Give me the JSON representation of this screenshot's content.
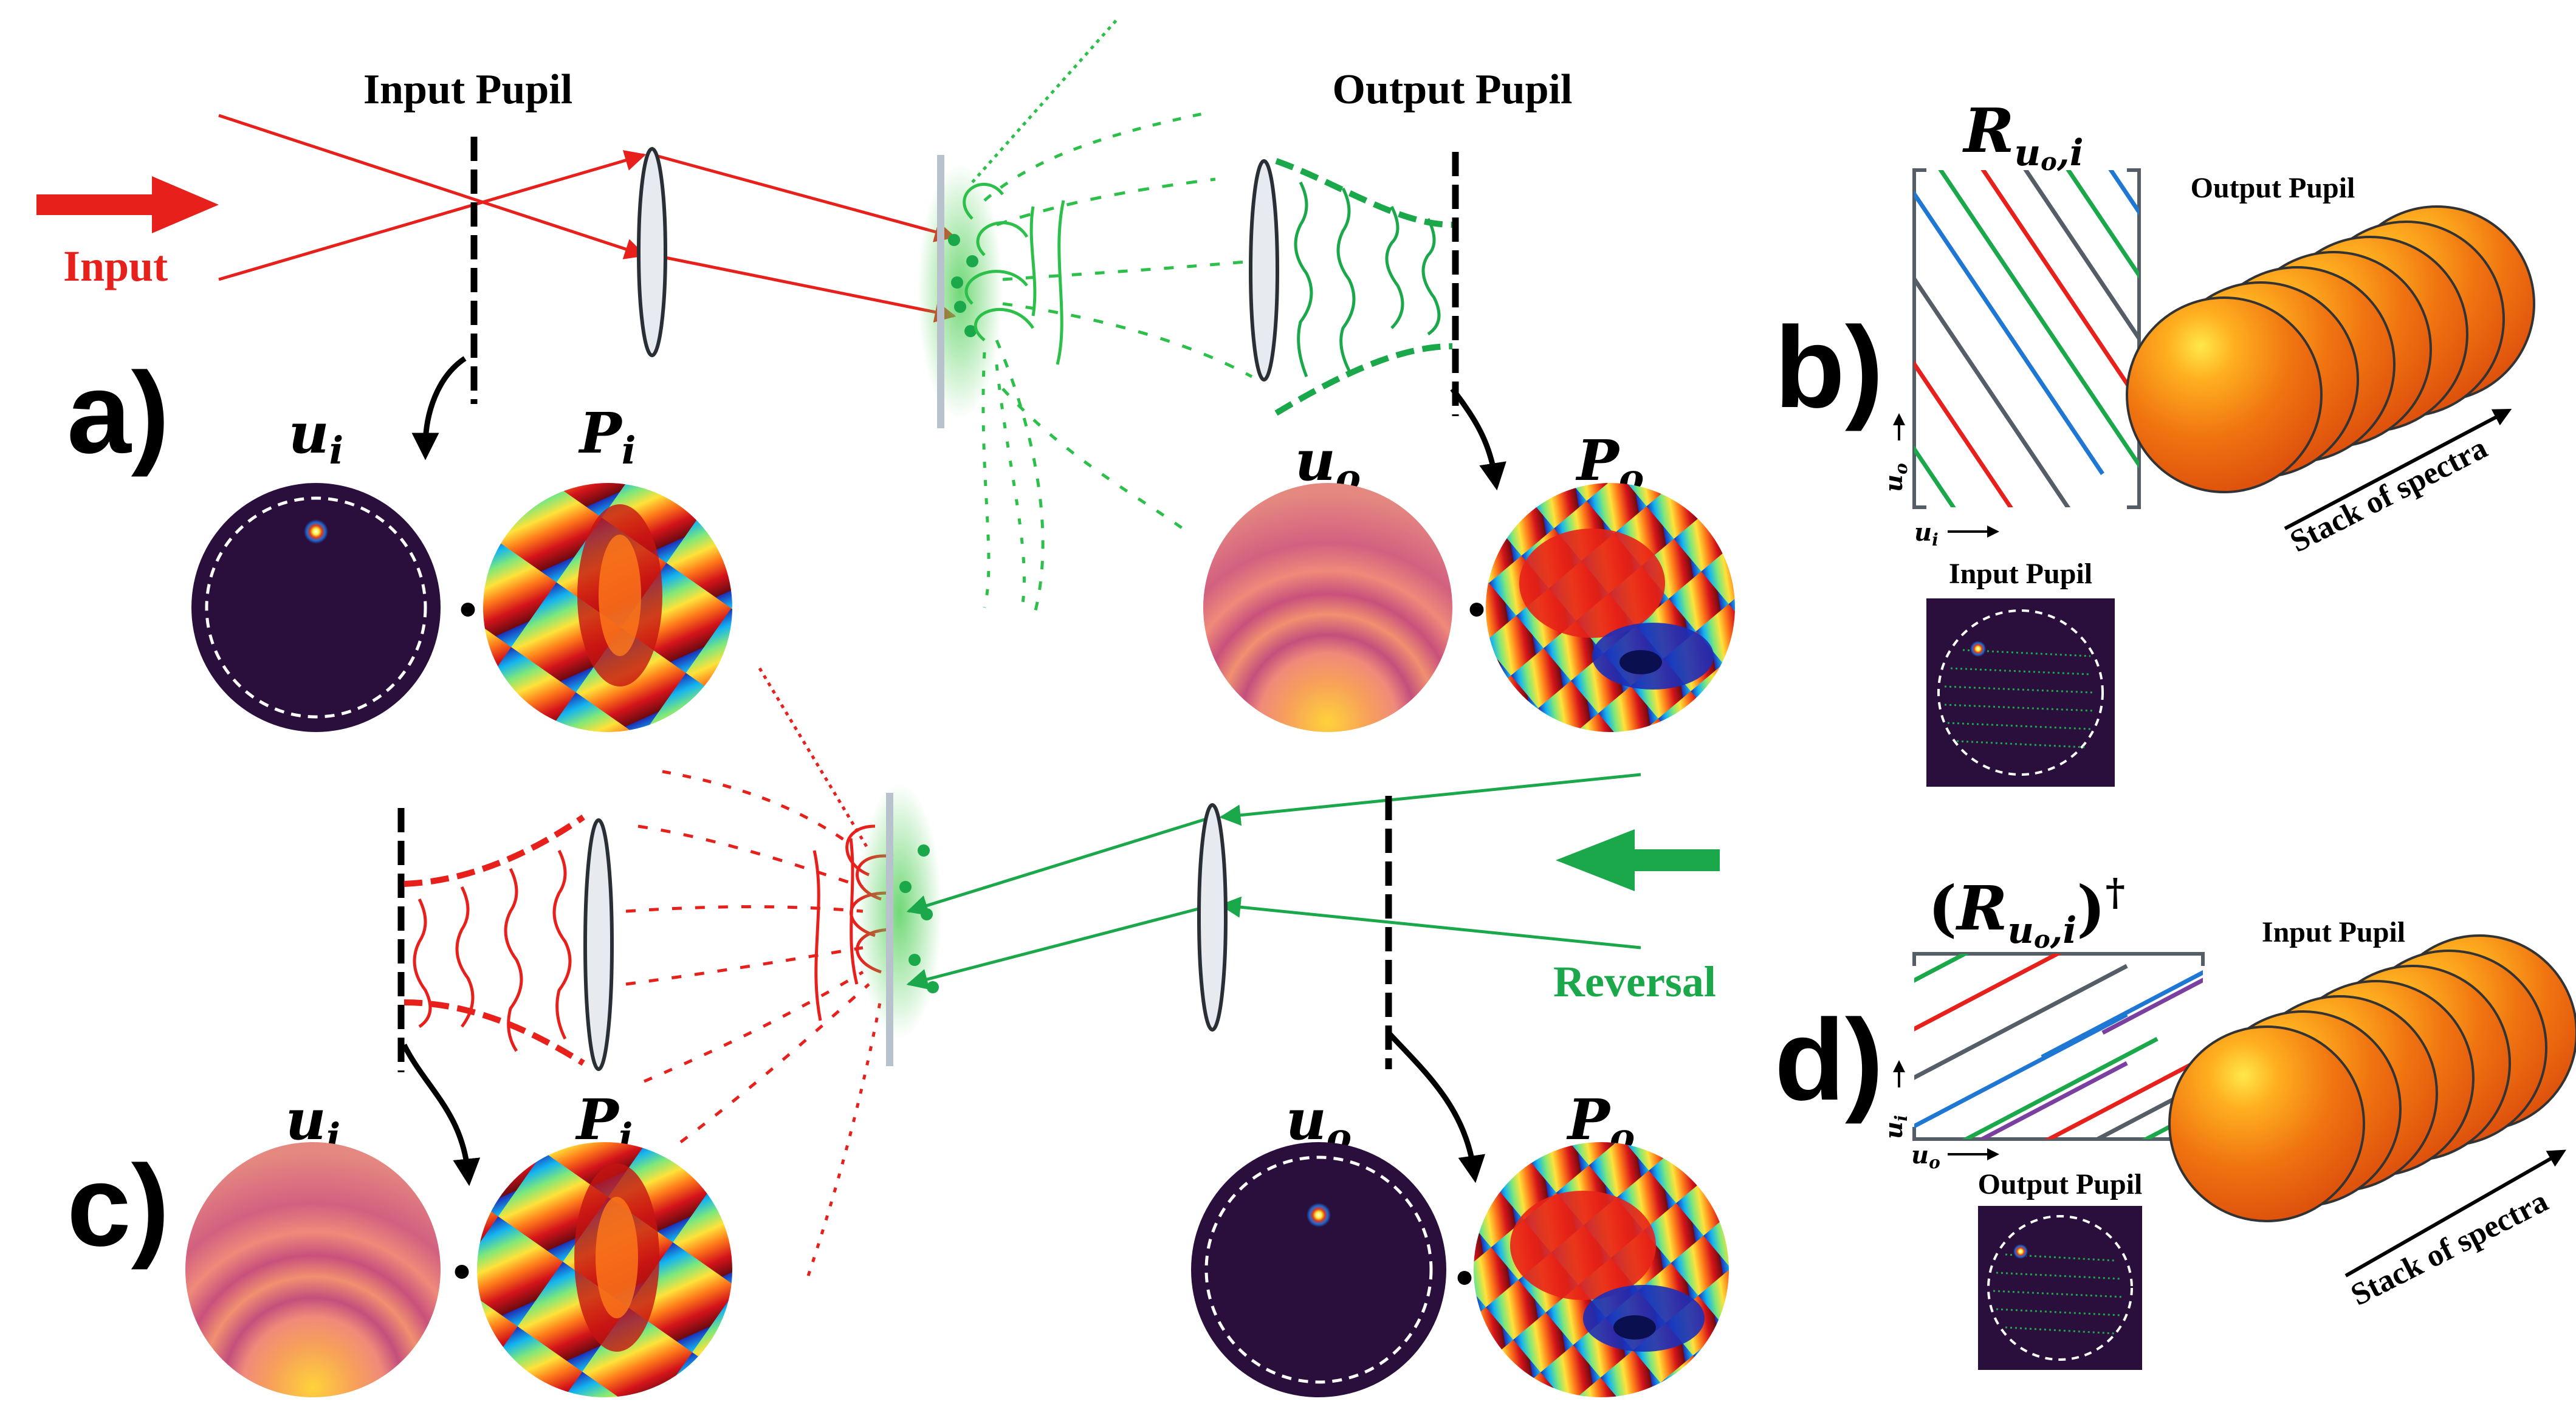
{
  "panels": {
    "a": {
      "letter": "a)",
      "input_pupil_title": "Input Pupil",
      "output_pupil_title": "Output Pupil",
      "input_label": "Input",
      "ui_main": "u",
      "ui_sub": "i",
      "pi_main": "P",
      "pi_sub": "i",
      "uo_main": "u",
      "uo_sub": "o",
      "po_main": "P",
      "po_sub": "o",
      "dot": "•"
    },
    "b": {
      "letter": "b)",
      "matrix_main": "R",
      "matrix_sub": "u",
      "matrix_sub_o": "o",
      "matrix_comma": ",",
      "matrix_sub_i": "i",
      "axis_y_main": "u",
      "axis_y_sub": "o",
      "axis_x_main": "u",
      "axis_x_sub": "i",
      "stack_title": "Output Pupil",
      "stack_caption": "Stack of spectra",
      "inset_title": "Input Pupil"
    },
    "c": {
      "letter": "c)",
      "reversal_label": "Reversal",
      "ui_main": "u",
      "ui_sub": "i",
      "pi_main": "P",
      "pi_sub": "i",
      "uo_main": "u",
      "uo_sub": "o",
      "po_main": "P",
      "po_sub": "o",
      "dot": "•"
    },
    "d": {
      "letter": "d)",
      "matrix_open": "(",
      "matrix_main": "R",
      "matrix_sub": "u",
      "matrix_sub_o": "o",
      "matrix_comma": ",",
      "matrix_sub_i": "i",
      "matrix_close": ")",
      "matrix_dagger": "†",
      "axis_y_main": "u",
      "axis_y_sub": "i",
      "axis_x_main": "u",
      "axis_x_sub": "o",
      "stack_title": "Input Pupil",
      "stack_caption": "Stack of spectra",
      "inset_title": "Output Pupil"
    }
  },
  "colors": {
    "input_beam": "#e8201c",
    "reversal_beam": "#1ba84a",
    "pupil_dark": "#2a0f3d",
    "matrix_lines": [
      "#555d66",
      "#e8201c",
      "#1ba84a",
      "#1f77d4",
      "#7b3fa0"
    ]
  },
  "icons": [
    "input-arrow-icon",
    "reversal-arrow-icon",
    "lens-icon",
    "pupil-stop-icon",
    "scatterer-icon"
  ]
}
